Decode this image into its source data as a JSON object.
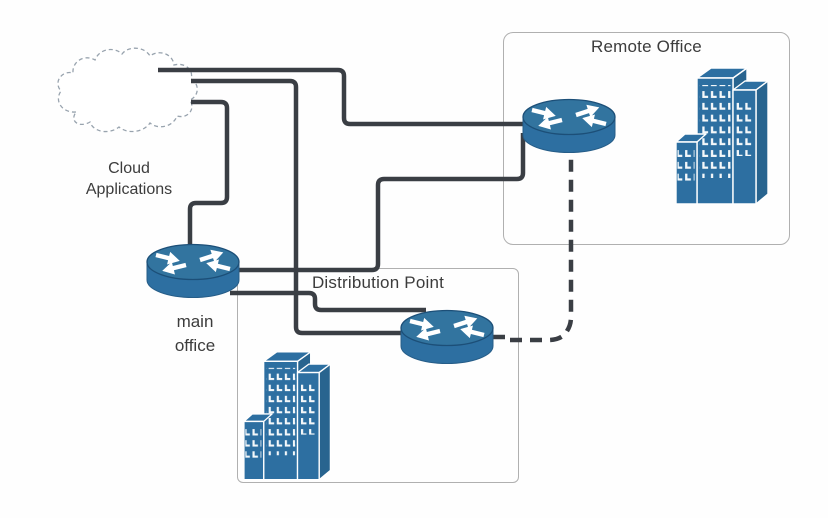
{
  "diagram_type": "network-topology",
  "cloud": {
    "label_line1": "Cloud",
    "label_line2": "Applications"
  },
  "main_office": {
    "label_line1": "main",
    "label_line2": "office"
  },
  "remote_office": {
    "title": "Remote Office"
  },
  "distribution_point": {
    "title": "Distribution Point"
  },
  "nodes": [
    {
      "id": "cloud",
      "type": "cloud",
      "label": "Cloud Applications"
    },
    {
      "id": "main-office-router",
      "type": "router",
      "label": "main office"
    },
    {
      "id": "remote-office-router",
      "type": "router",
      "label": "Remote Office"
    },
    {
      "id": "remote-office-building",
      "type": "office-building",
      "label": "Remote Office"
    },
    {
      "id": "distribution-router",
      "type": "router",
      "label": "Distribution Point"
    },
    {
      "id": "distribution-building",
      "type": "office-building",
      "label": "Distribution Point"
    }
  ],
  "connections": [
    {
      "from": "cloud",
      "to": "remote-office-router",
      "style": "solid"
    },
    {
      "from": "cloud",
      "to": "distribution-router",
      "style": "solid"
    },
    {
      "from": "cloud",
      "to": "main-office-router",
      "style": "solid"
    },
    {
      "from": "main-office-router",
      "to": "remote-office-router",
      "style": "solid"
    },
    {
      "from": "main-office-router",
      "to": "distribution-router",
      "style": "solid"
    },
    {
      "from": "distribution-router",
      "to": "remote-office-router",
      "style": "dashed"
    }
  ],
  "colors": {
    "icon_blue": "#2d6fa1",
    "icon_blue_top": "#32749f",
    "line_dark": "#3a3e44",
    "box_border": "#b0b0b0",
    "text": "#3c3c3c",
    "cloud_outline": "#98a3ae",
    "background": "#fefefe"
  },
  "icons": [
    "cloud-icon",
    "router-icon",
    "office-building-icon"
  ]
}
